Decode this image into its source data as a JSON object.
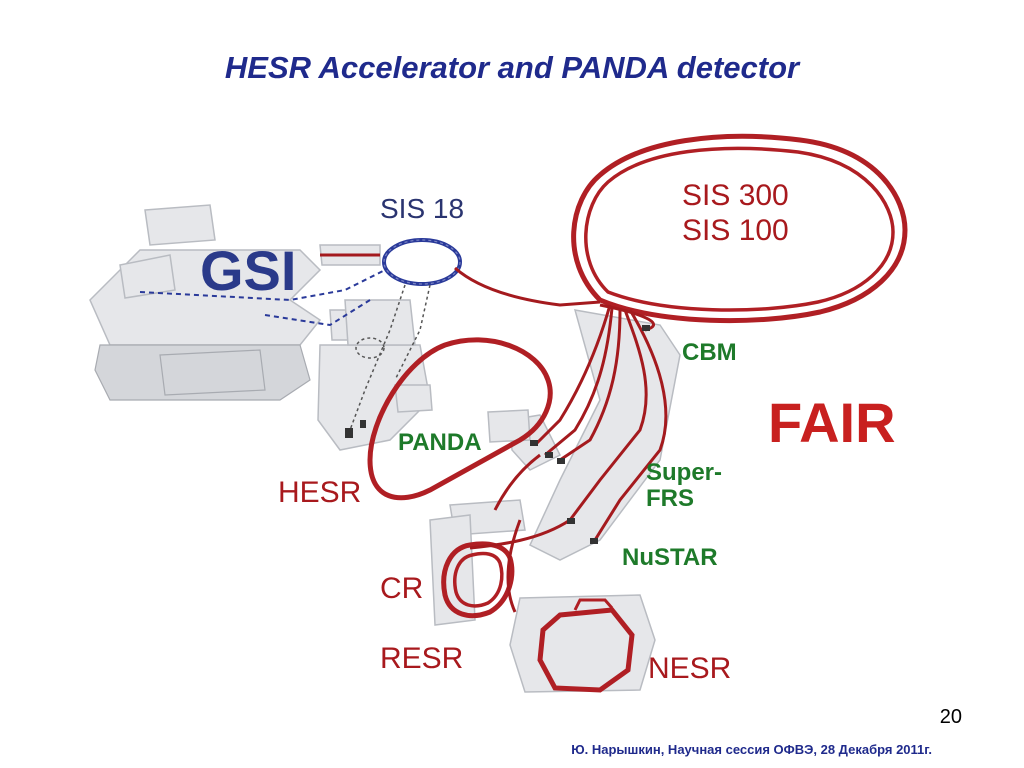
{
  "title": "HESR Accelerator and PANDA detector",
  "page_number": "20",
  "footer": "Ю. Нарышкин, Научная сессия ОФВЭ, 28  Декабря 2011г.",
  "diagram_labels": {
    "sis18": "SIS 18",
    "gsi": "GSI",
    "sis300": "SIS 300",
    "sis100": "SIS 100",
    "cbm": "CBM",
    "fair": "FAIR",
    "panda": "PANDA",
    "hesr": "HESR",
    "super": "Super-",
    "frs": "FRS",
    "nustar": "NuSTAR",
    "cr": "CR",
    "resr": "RESR",
    "nesr": "NESR"
  },
  "colors": {
    "title": "#1f2a8c",
    "rings": "#b01f24",
    "fair_logo": "#c8201f",
    "experiment_labels": "#1e7a2a",
    "gsi_logo": "#2a3a8a"
  }
}
